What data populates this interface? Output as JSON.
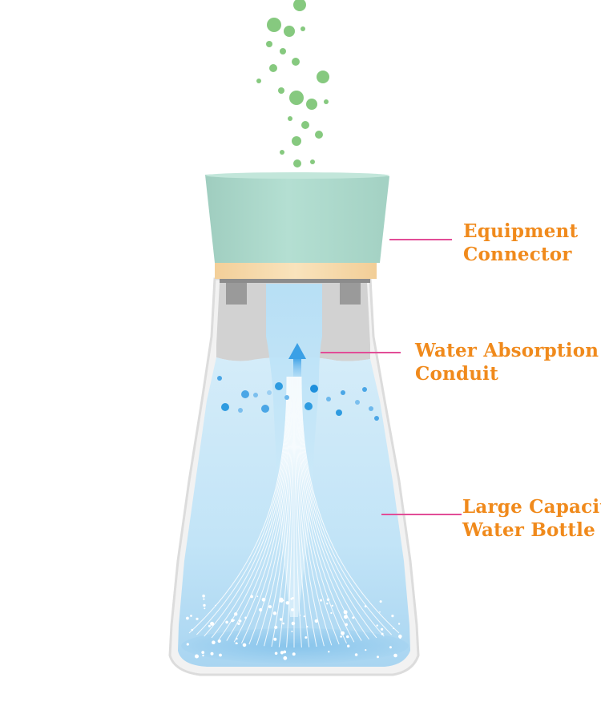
{
  "labels": {
    "equipment_connector": [
      "Equipment",
      "Connector"
    ],
    "water_absorption_conduit": [
      "Water Absorption",
      "Conduit"
    ],
    "large_capacity_water_bottle": [
      "Large Capacity",
      "Water Bottle"
    ]
  },
  "colors": {
    "label_text": "#f08a1c",
    "leader_line": "#e24d97",
    "cap": "#a9d7c9",
    "band": "#f5d7a4",
    "water": "#bfe3f7",
    "bottle_outline": "#d9d9d9",
    "mist_dots": "#86c97f",
    "bubbles": "#2e9be0"
  },
  "icons": [
    "up-arrow-icon"
  ]
}
